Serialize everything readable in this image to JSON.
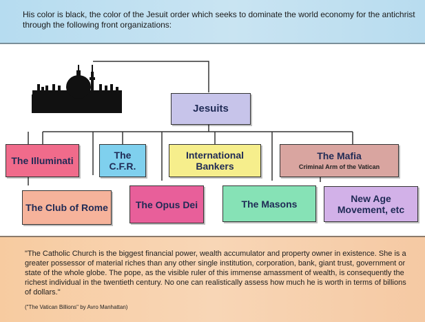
{
  "header": {
    "text": "His color is black, the color of the Jesuit order which seeks to dominate the world economy for the antichrist through the following front organizations:"
  },
  "diagram": {
    "root": {
      "label": "Jesuits",
      "color": "#c7c4ea"
    },
    "nodes": [
      {
        "id": "illuminati",
        "label": "The Illuminati",
        "color": "#f06b8b"
      },
      {
        "id": "cfr",
        "label": "The C.F.R.",
        "color": "#7fd0ee"
      },
      {
        "id": "bankers",
        "label": "International Bankers",
        "color": "#f6ee8c"
      },
      {
        "id": "mafia",
        "label": "The Mafia",
        "sublabel": "Criminal Arm of the Vatican",
        "color": "#d9a5a0"
      },
      {
        "id": "club-of-rome",
        "label": "The Club of Rome",
        "color": "#f6b39b"
      },
      {
        "id": "opus-dei",
        "label": "The Opus Dei",
        "color": "#e85f9a"
      },
      {
        "id": "masons",
        "label": "The Masons",
        "color": "#86e2b6"
      },
      {
        "id": "new-age",
        "label": "New Age Movement, etc",
        "color": "#d2b1e8"
      }
    ]
  },
  "footer": {
    "quote": "\"The Catholic Church is the biggest financial power, wealth accumulator and property owner in existence. She is a greater possessor of material riches than any other single institution, corporation, bank, giant trust, government or state of the whole globe. The pope, as the visible ruler of this immense amassment of wealth, is consequently the richest individual in the twentieth century. No one can realistically assess how much he is worth in terms of billions of dollars.\"",
    "citation": "(\"The Vatican Billions\" by Avro Manhattan)"
  }
}
